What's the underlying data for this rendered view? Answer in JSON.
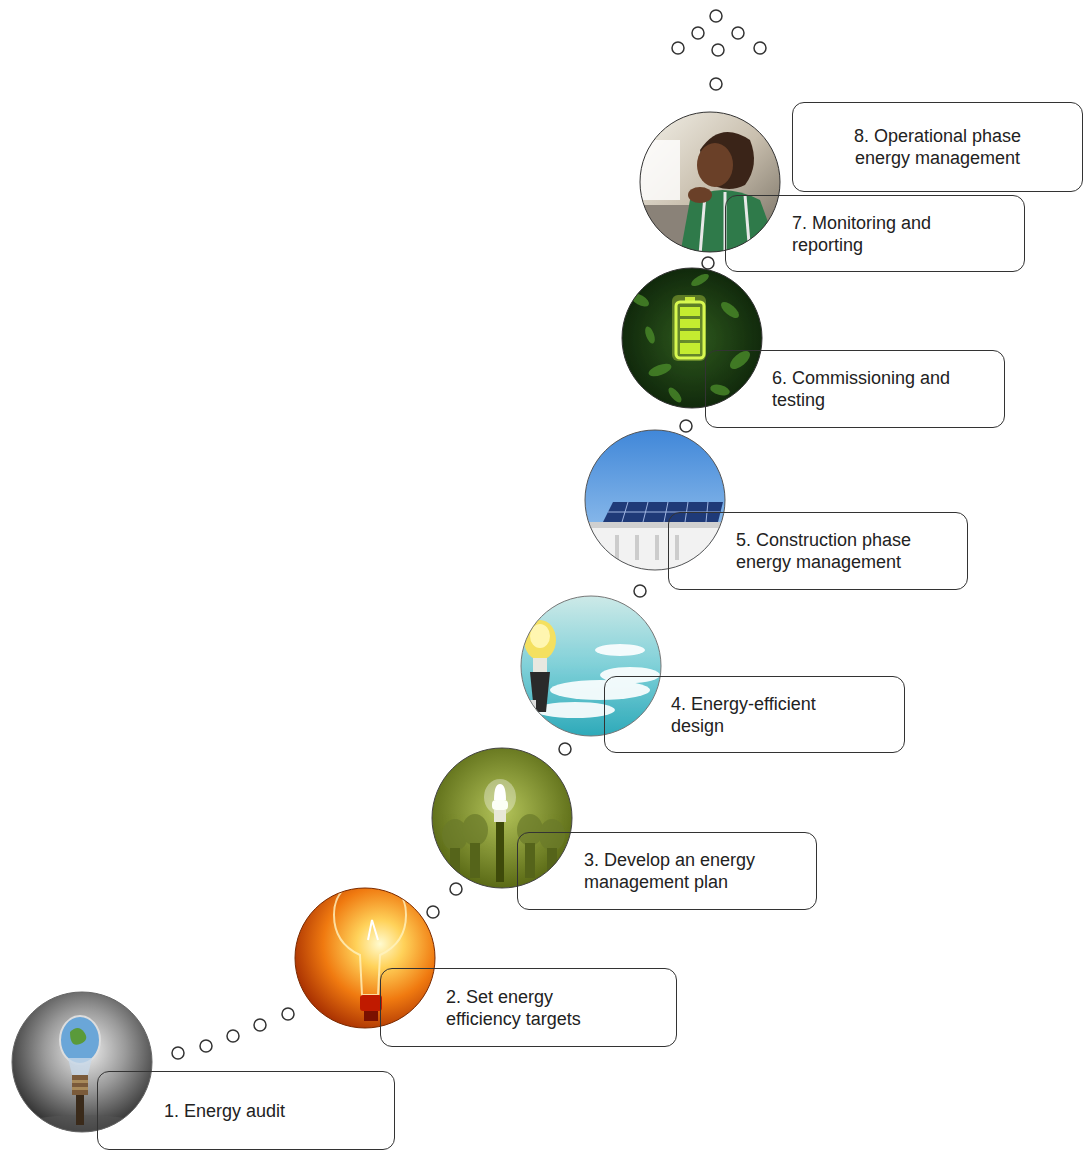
{
  "diagram": {
    "nodes": [
      {
        "text": [
          "1. Energy audit"
        ]
      },
      {
        "text": [
          "2. Set energy efficiency targets"
        ]
      },
      {
        "text": [
          "3. Develop an energy management plan"
        ]
      },
      {
        "text": [
          "4. Energy-efficient design"
        ]
      },
      {
        "text": [
          "5. Construction phase energy management"
        ]
      },
      {
        "text": [
          "6. Commissioning and testing"
        ]
      },
      {
        "text": [
          "7. Monitoring and reporting"
        ]
      },
      {
        "text": [
          "8. Operational phase energy management"
        ]
      }
    ]
  }
}
